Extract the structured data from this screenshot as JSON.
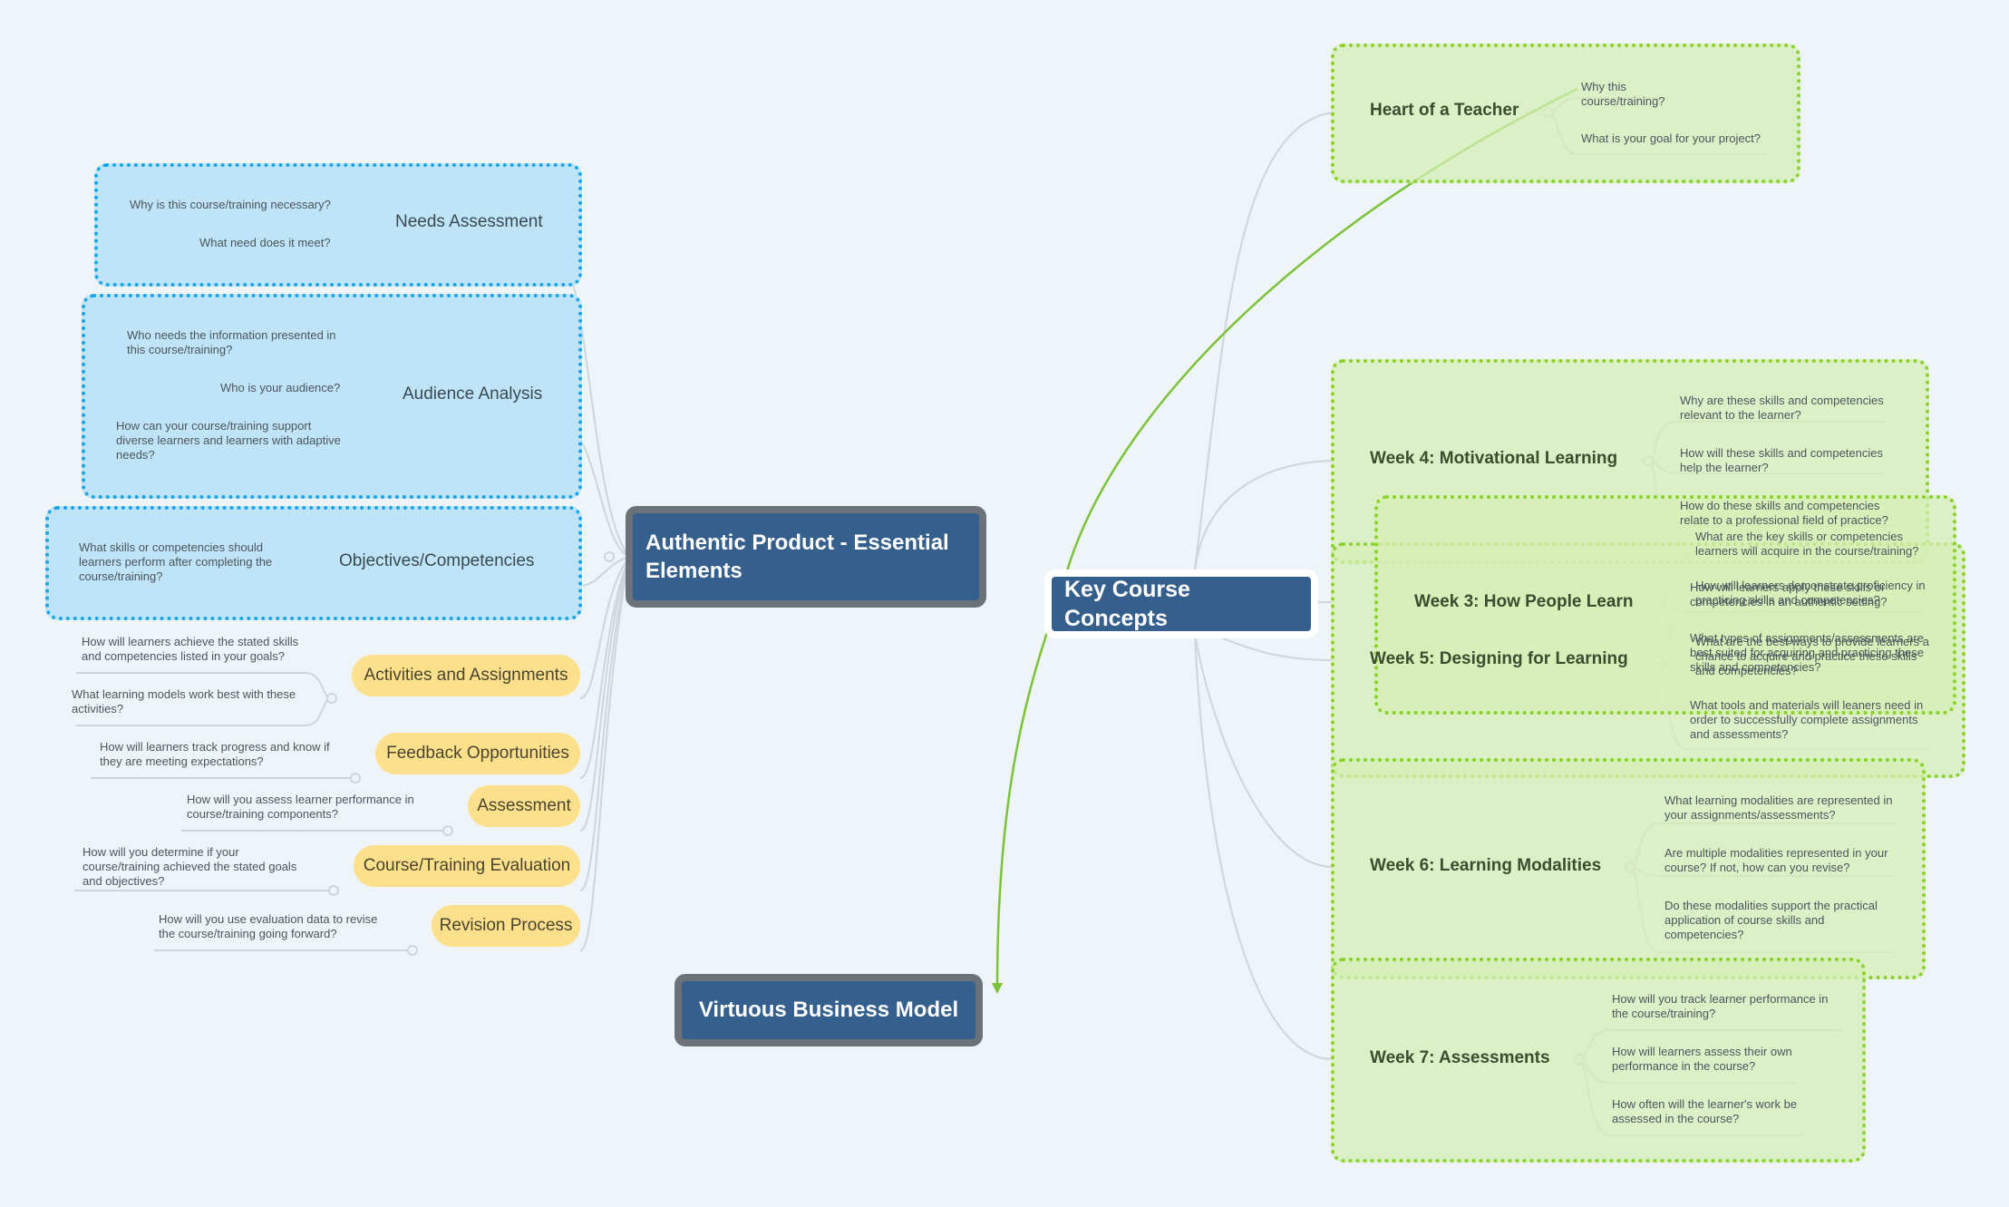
{
  "central": "Key Course Concepts",
  "authentic": {
    "title": "Authentic Product - Essential Elements",
    "needs": {
      "label": "Needs Assessment",
      "q1": "Why is this course/training necessary?",
      "q2": "What need does it meet?"
    },
    "audience": {
      "label": "Audience Analysis",
      "q1": "Who needs the information presented in this course/training?",
      "q2": "Who is your audience?",
      "q3": "How can your course/training support diverse learners and learners with adaptive needs?"
    },
    "objectives": {
      "label": "Objectives/Competencies",
      "q1": "What skills or competencies should learners perform after completing the course/training?"
    },
    "activities": {
      "label": "Activities and Assignments",
      "q1": "How will learners achieve the stated skills and competencies listed in your goals?",
      "q2": "What learning models work best with these activities?"
    },
    "feedback": {
      "label": "Feedback Opportunities",
      "q1": "How will learners track progress and know if they are meeting expectations?"
    },
    "assessment": {
      "label": "Assessment",
      "q1": "How will you assess learner performance in course/training components?"
    },
    "evaluation": {
      "label": "Course/Training Evaluation",
      "q1": "How will you determine if your course/training achieved the stated goals and objectives?"
    },
    "revision": {
      "label": "Revision Process",
      "q1": "How will you use evaluation data to revise the course/training going forward?"
    }
  },
  "virtuous": "Virtuous Business Model",
  "heart": {
    "label": "Heart of a Teacher",
    "q1": "Why this course/training?",
    "q2": "What is your goal for your project?"
  },
  "week4": {
    "label": "Week 4: Motivational Learning",
    "q1": "Why are these skills and competencies relevant to the learner?",
    "q2": "How will these skills and competencies help the learner?",
    "q3": "How do these skills and competencies relate to a professional field of practice?"
  },
  "week3": {
    "label": "Week 3: How People Learn",
    "q1": "What are the key skills or competencies learners will acquire in the course/training?",
    "q2": "How will learners demonstrate proficiency in practicing skills and competencies?",
    "q3": "What types of assignments/assessments are best suited for acquiring and practicing these skills and competencies?"
  },
  "week5": {
    "label": "Week 5: Designing for Learning",
    "q1": "How will learners apply these skills or competencies in an authentic setting?",
    "q2": "What are the best ways to provide learners a chance to acquire and practice these skills and competencies?",
    "q3": "What tools and materials will leaners need in order to successfully complete assignments and assessments?"
  },
  "week6": {
    "label": "Week 6: Learning Modalities",
    "q1": "What learning modalities are represented in your assignments/assessments?",
    "q2": "Are multiple modalities represented in your course? If not, how can you revise?",
    "q3": "Do these modalities support the practical application of course skills and competencies?"
  },
  "week7": {
    "label": "Week 7: Assessments",
    "q1": "How will you track learner performance in the course/training?",
    "q2": "How will learners assess their own performance in the course?",
    "q3": "How often will the learner's work be assessed in the course?"
  },
  "colors": {
    "topic": "#355f8c",
    "blue_bg": "#bfe3f7",
    "blue_border": "#1aa6e6",
    "green_bg": "#d5efb4",
    "green_border": "#8ad12b",
    "pill": "#fde08b",
    "arrow": "#7cc23a"
  }
}
